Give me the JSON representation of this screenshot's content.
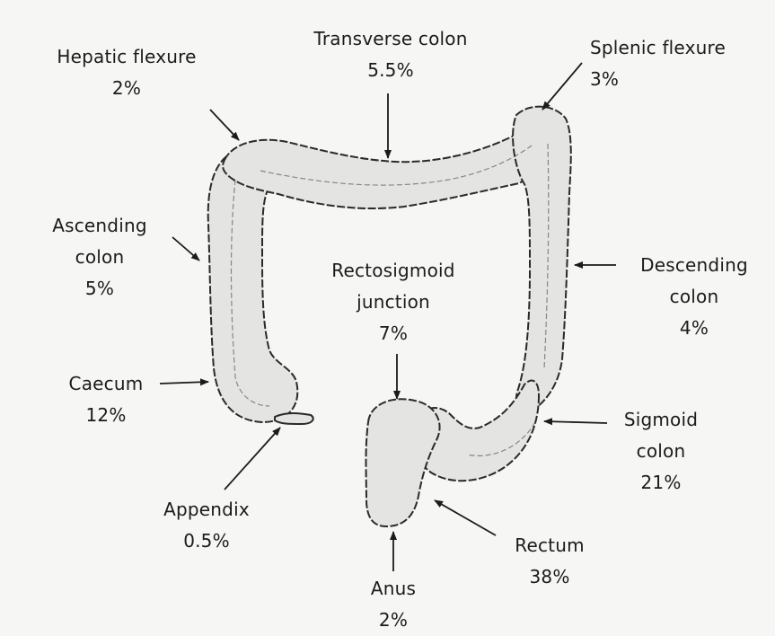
{
  "labels": {
    "hepatic_flexure": {
      "name": "Hepatic flexure",
      "pct": "2%"
    },
    "transverse_colon": {
      "name": "Transverse colon",
      "pct": "5.5%"
    },
    "splenic_flexure": {
      "name": "Splenic flexure",
      "pct": "3%"
    },
    "ascending_colon": {
      "line1": "Ascending",
      "line2": "colon",
      "pct": "5%"
    },
    "descending_colon": {
      "line1": "Descending",
      "line2": "colon",
      "pct": "4%"
    },
    "rectosigmoid_junction": {
      "line1": "Rectosigmoid",
      "line2": "junction",
      "pct": "7%"
    },
    "caecum": {
      "name": "Caecum",
      "pct": "12%"
    },
    "sigmoid_colon": {
      "line1": "Sigmoid",
      "line2": "colon",
      "pct": "21%"
    },
    "appendix": {
      "name": "Appendix",
      "pct": "0.5%"
    },
    "rectum": {
      "name": "Rectum",
      "pct": "38%"
    },
    "anus": {
      "name": "Anus",
      "pct": "2%"
    }
  },
  "colors": {
    "organ_fill": "#e4e4e2",
    "outline": "#2a2a2a",
    "background": "#f6f6f4"
  }
}
